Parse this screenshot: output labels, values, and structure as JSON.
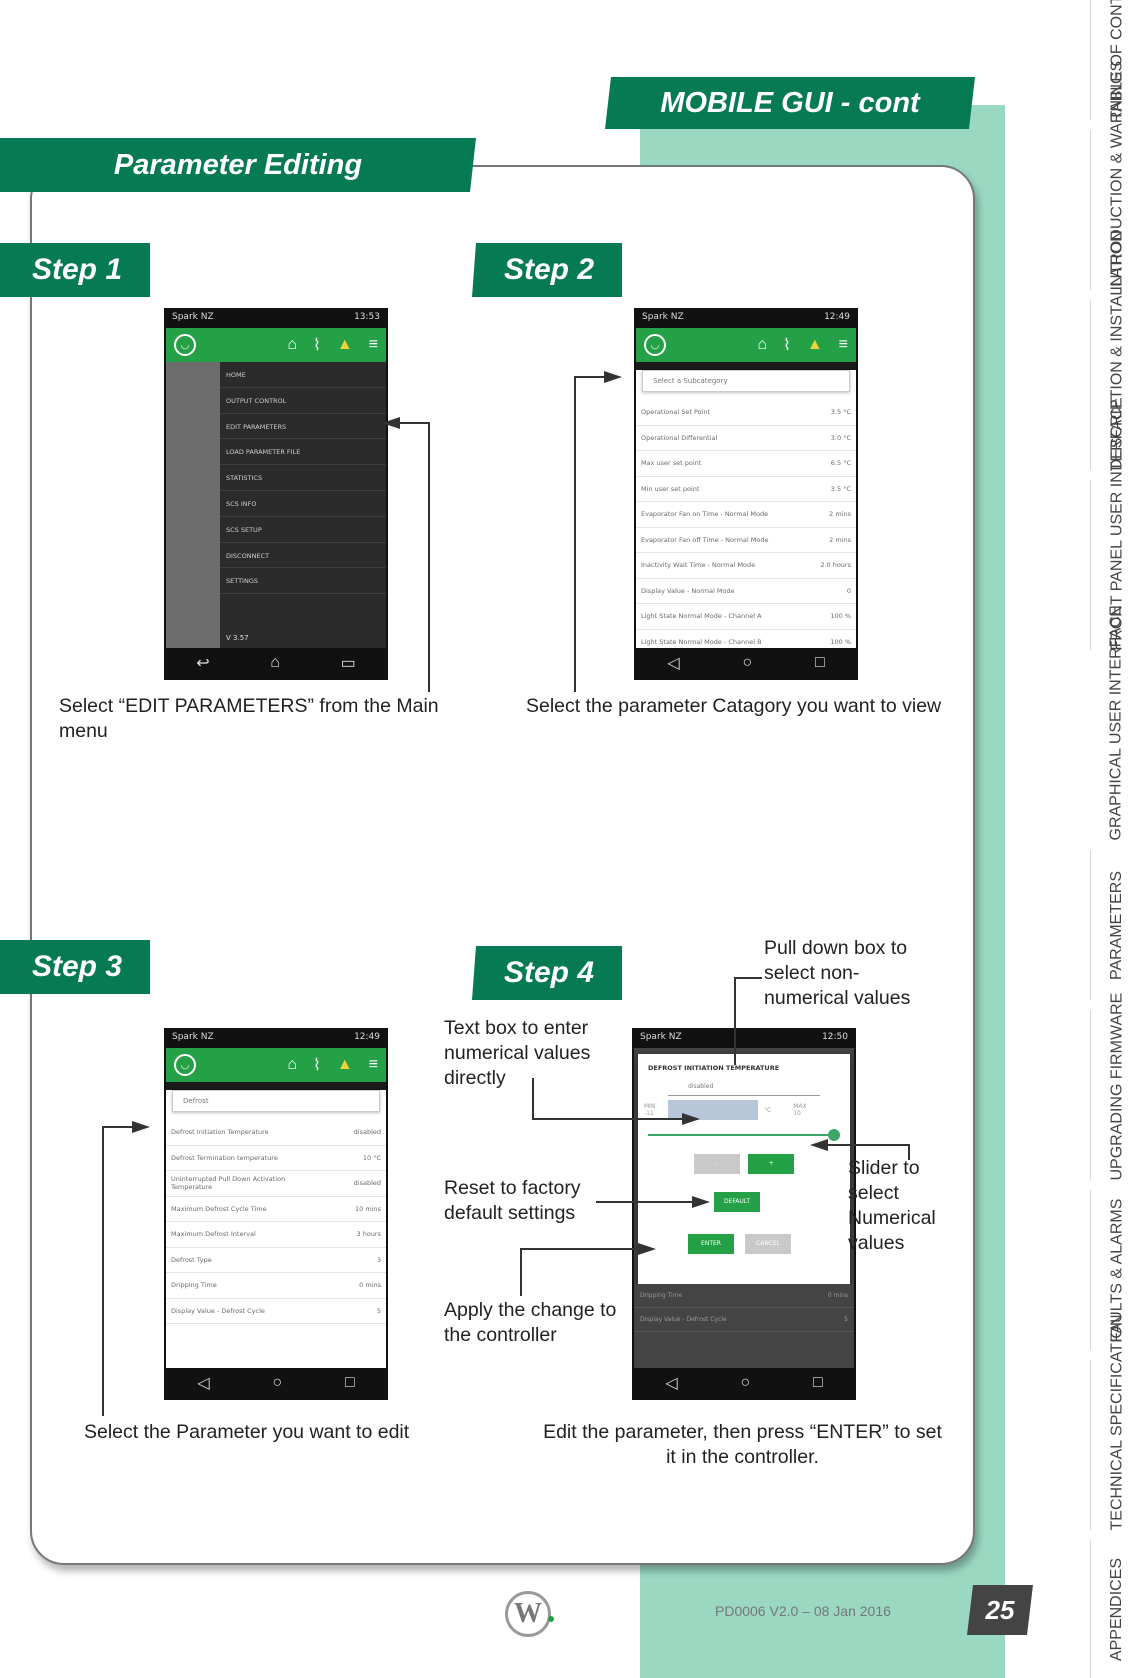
{
  "header": {
    "title": "MOBILE GUI - cont"
  },
  "section": {
    "title": "Parameter Editing"
  },
  "steps": [
    {
      "label": "Step 1",
      "caption": "Select “EDIT PARAMETERS” from the Main menu"
    },
    {
      "label": "Step 2",
      "caption": "Select the parameter Catagory you want to view"
    },
    {
      "label": "Step 3",
      "caption": "Select the Parameter you want to edit"
    },
    {
      "label": "Step 4",
      "caption": "Edit the parameter, then press “ENTER” to set it in the controller."
    }
  ],
  "annotations": {
    "pulldown": "Pull down box to select non-numerical values",
    "textbox": "Text box to enter numerical values directly",
    "slider": "Slider to select Numerical values",
    "reset": "Reset to factory default settings",
    "apply": "Apply the change to the controller"
  },
  "phone1": {
    "status_left": "Spark NZ",
    "status_right": "13:53",
    "menu": [
      "HOME",
      "OUTPUT CONTROL",
      "EDIT PARAMETERS",
      "LOAD PARAMETER FILE",
      "STATISTICS",
      "SCS INFO",
      "SCS SETUP",
      "DISCONNECT",
      "SETTINGS"
    ],
    "version": "V 3.57"
  },
  "phone2": {
    "status_left": "Spark NZ",
    "status_right": "12:49",
    "select": "Select a Subcategory",
    "rows": [
      {
        "name": "Operational Set Point",
        "value": "3.5 °C"
      },
      {
        "name": "Operational Differential",
        "value": "3.0 °C"
      },
      {
        "name": "Max user set point",
        "value": "6.5 °C"
      },
      {
        "name": "Min user set point",
        "value": "3.5 °C"
      },
      {
        "name": "Evaporator Fan on Time - Normal Mode",
        "value": "2 mins"
      },
      {
        "name": "Evaporator Fan off Time - Normal Mode",
        "value": "2 mins"
      },
      {
        "name": "Inactivity Wait Time - Normal Mode",
        "value": "2.0 hours"
      },
      {
        "name": "Display Value - Normal Mode",
        "value": "0"
      },
      {
        "name": "Light State Normal Mode - Channel A",
        "value": "100 %"
      },
      {
        "name": "Light State Normal Mode - Channel B",
        "value": "100 %"
      }
    ]
  },
  "phone3": {
    "status_left": "Spark NZ",
    "status_right": "12:49",
    "select": "Defrost",
    "rows": [
      {
        "name": "Defrost Initiation Temperature",
        "value": "disabled"
      },
      {
        "name": "Defrost Termination temperature",
        "value": "10 °C"
      },
      {
        "name": "Uninterrupted Pull Down Activation Temperature",
        "value": "disabled"
      },
      {
        "name": "Maximum Defrost Cycle Time",
        "value": "10 mins"
      },
      {
        "name": "Maximum Defrost Interval",
        "value": "3 hours"
      },
      {
        "name": "Defrost Type",
        "value": "3"
      },
      {
        "name": "Dripping Time",
        "value": "0 mins"
      },
      {
        "name": "Display Value - Defrost Cycle",
        "value": "5"
      }
    ]
  },
  "phone4": {
    "status_left": "Spark NZ",
    "status_right": "12:50",
    "dialog_title": "DEFROST INITIATION TEMPERATURE",
    "select": "disabled",
    "min_label": "MIN -11",
    "max_label": "MAX 10",
    "unit": "°C",
    "minus": "-",
    "plus": "+",
    "default_btn": "DEFAULT",
    "enter_btn": "ENTER",
    "cancel_btn": "CANCEL",
    "rows": [
      {
        "name": "Dripping Time",
        "value": "0 mins"
      },
      {
        "name": "Display Value - Defrost Cycle",
        "value": "5"
      }
    ]
  },
  "footer": {
    "doc": "PD0006 V2.0 – 08 Jan 2016",
    "page": "25",
    "logo": "W"
  },
  "side_tabs": [
    "TABLE OF CONTENTS",
    "INTRODUCTION & WARNINGS",
    "DESCRIPTION & INSTALLATION",
    "FRONT PANEL USER INTERFACE",
    "GRAPHICAL USER INTERFACE",
    "PARAMETERS",
    "UPGRADING FIRMWARE",
    "FAULTS & ALARMS",
    "TECHNICAL SPECIFICATION",
    "APPENDICES"
  ],
  "colors": {
    "brand_green": "#067a52",
    "mint": "#9bd8c2",
    "toolbar_green": "#24a046"
  }
}
